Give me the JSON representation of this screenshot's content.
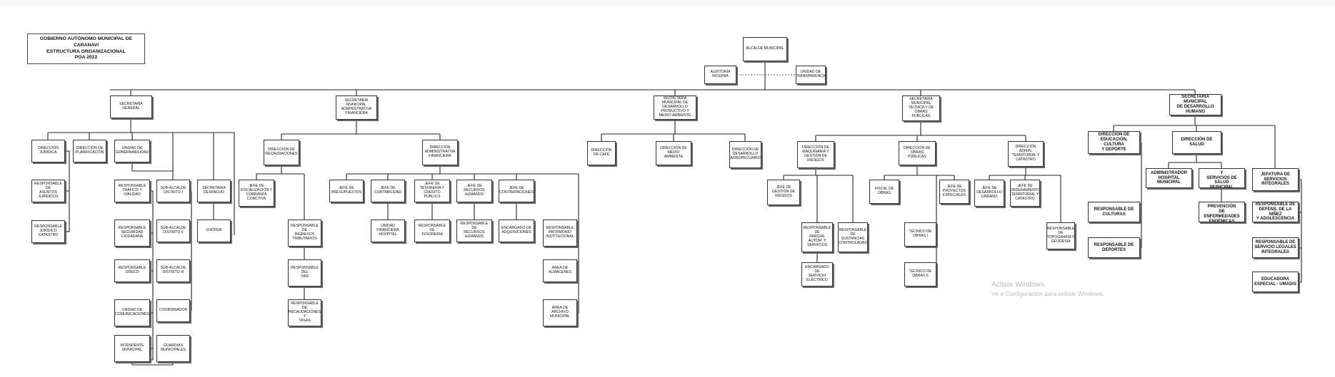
{
  "header": {
    "line1": "GOBIERNO AUTÓNOMO MUNICIPAL DE CARANAVI",
    "line2": "ESTRUCTURA ORGANIZACIONAL",
    "line3": "POA 2022"
  },
  "watermark": {
    "line1": "Activar Windows",
    "line2": "Ve a Configuración para activar Windows."
  },
  "org": {
    "alcalde": "ALCALDE MUNICIPAL",
    "auditoria": "AUDITORÍA INTERNA",
    "transparencia": "UNIDAD DE\nTRANSPARENCIA",
    "sec_general": "SECRETARÍA GENERAL",
    "dir_juridica": "DIRECCIÓN JURÍDICA",
    "resp_asuntos": "RESPONSABLE DE\nASUNTOS JURÍDICOS",
    "resp_juridico_catastro": "RESPONSABLE\nJURÍDICO CATASTRO",
    "dir_planificacion": "DIRECCIÓN DE\nPLANIFICACIÓN",
    "unidad_gobernabilidad": "UNIDAD DE\nGOBERNABILIDAD",
    "resp_trafico": "RESPONSABLE\nTRÁFICO Y VIALIDAD",
    "resp_seguridad": "RESPONSABLE\nSEGURIDAD\nCIUDADANA",
    "resp_odeco": "RESPONSABLE ODECO",
    "unidad_comunicaciones": "UNIDAD DE\nCOMUNICACIONES",
    "intendente": "INTENDENTE\nMUNICIPAL",
    "subalcalde_1": "SUB-ALCALDE\nDISTRITO I",
    "subalcalde_2": "SUB-ALCALDE\nDISTRITO II",
    "subalcalde_3": "SUB-ALCALDE\nDISTRITO III",
    "coordinador": "COORDINADOR",
    "guardias": "GUARDIAS\nMUNICIPALES",
    "secretaria_despacho": "SECRETARIA\nDESPACHO",
    "chofer": "CHÓFER",
    "sec_admin_fin": "SECRETARÍA MUNICIPAL\nADMINISTRATIVA\nFINANCIERA",
    "dir_recaudaciones": "DIRECCIÓN DE\nRECAUDACIONES",
    "jefe_fiscalizacion": "JEFE DE\nFISCALIZACIÓN Y\nCOBRANZA COACTIVA",
    "resp_ingresos": "RESPONSABLE DE\nINGRESOS\nTRIBUTARIOS",
    "resp_siim": "RESPONSABLE DEL\nSIIM",
    "resp_recaudaciones": "RESPONSABLE DE\nRECAUDACIONES Y\nTASAS",
    "dir_admin_fin": "DIRECCIÓN\nADMINISTRATIVA\nFINANCIERA",
    "jefe_presupuestos": "JEFE DE\nPRESUPUESTOS",
    "jefe_contabilidad": "JEFE DE\nCONTABILIDAD",
    "unidad_fin_hospital": "UNIDAD FINANCIERA\nHOSPITAL",
    "jefe_tesoreria": "JEFE DE TESORERÍA Y\nCRÉDITO PÚBLICO",
    "resp_tesoreria": "RESPONSABLE DE\nTESORERÍA",
    "jefe_rrhh": "JEFE DE RECURSOS\nHUMANOS",
    "resp_rrhh": "RESPONSABLE DE\nRECURSOS HUMANOS",
    "jefe_contrataciones": "JEFE DE\nCONTRATACIONES",
    "encargado_adquisiciones": "ENCARGADO DE\nADQUISICIONES",
    "resp_patrimonio": "RESPONSABLE\nPATRIMONIO\nINSTITUCIONAL",
    "area_almacenes": "ÁREA DE ALMACENES",
    "area_archivo": "ÁREA DE ARCHIVO\nMUNICIPAL",
    "sec_desarrollo_productivo": "SECRETARÍA MUNICIPAL DE\nDESARROLLO PRODUCTIVO Y\nMEDIO AMBIENTE",
    "dir_cafe": "DIRECCIÓN DE CAFÉ",
    "dir_medio_ambiente": "DIRECCIÓN DE MEDIO\nAMBIENTE",
    "dir_agropecuario": "DIRECCIÓN DE\nDESARROLLO\nAGROPECUARIO",
    "sec_tecnica": "SECRETARÍA MUNICIPAL\nTÉCNICA Y DE OBRAS\nPÚBLICAS",
    "dir_maquinaria": "DIRECCIÓN DE\nMAQUINARIA Y\nGESTIÓN DE RIESGOS",
    "jefe_gestion_riesgos": "JEFE DE GESTIÓN DE\nRIESGOS",
    "resp_parque": "RESPONSABLE DE\nPARQUE AUTOM. Y\nSERVICIOS",
    "resp_sustancias": "RESPONSABLE DE\nSUSTANCIAS\nCONTROLADAS",
    "encargado_electrico": "ENCARGADO DE\nSERVICIO ELÉCTRICO",
    "dir_obras": "DIRECCIÓN DE OBRAS\nPÚBLICAS",
    "fiscal_obras": "FISCAL DE OBRAS",
    "jefe_proyectos": "JEFE DE PROYECTOS\nESPECIALES",
    "tecnico_1": "TÉCNICO DE OBRAS I",
    "tecnico_2": "TÉCNICO DE OBRAS II",
    "dir_territorial": "DIRECCIÓN ADMIN.\nTERRITORIAL Y\nCATASTRO",
    "jefe_desarrollo_urbano": "JEFE DE DESARROLLO\nURBANO",
    "jefe_ordenamiento": "JEFE DE ORDENAMIENTO\nTERRITORIAL Y\nCATASTRO",
    "resp_topografia": "RESPONSABLE DE\nTOPOGRAFÍA Y\nGEODESIA",
    "sec_desarrollo_humano": "SECRETARÍA MUNICIPAL\nDE DESARROLLO\nHUMANO",
    "dir_educacion": "DIRECCIÓN DE\nEDUCACIÓN, CULTURA\nY DEPORTE",
    "resp_culturas": "RESPONSABLE DE\nCULTURAS",
    "resp_deportes": "RESPONSABLE DE\nDEPORTES",
    "dir_salud": "DIRECCIÓN DE SALUD",
    "admin_hospital": "ADMINISTRADOR\nHOSPITAL MUNICIPAL",
    "unidad_redes": "UNIDAD DE REDES Y\nSERVICIOS DE SALUD\nMUNICIPAL",
    "area_endemicas": "ÁREA DE PREVENCIÓN\nDE ENFERMEDADES\nENDÉMICAS",
    "jefatura_servicios": "JEFATURA DE\nSERVICIOS\nINTEGRALES",
    "resp_defensoria": "RESPONSABLE DE\nDEFENS. DE LA NIÑEZ\nY ADOLESCENCIA",
    "resp_legales": "RESPONSABLE DE\nSERVICIO LEGALES\nINTEGRALES",
    "educadora": "EDUCADORA\nESPECIAL - UMADIS"
  }
}
